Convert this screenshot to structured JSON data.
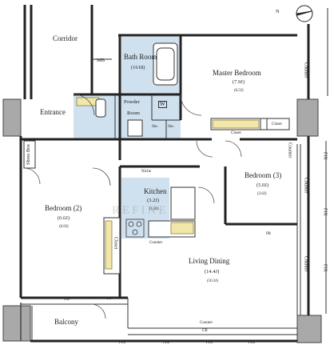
{
  "rooms": {
    "corridor": "Corridor",
    "mb": "MB",
    "bath_room": "Bath Room",
    "bath_size": "(1618)",
    "entrance": "Entrance",
    "powder_room_1": "Powder",
    "powder_room_2": "Room",
    "washer": "W",
    "sto_1": "Sto.",
    "sto_2": "Sto.",
    "master_bedroom": "Master Bedroom",
    "master_size_1": "(7.9J)",
    "master_size_2": "(6.5J)",
    "closet_master_1": "Closet",
    "closet_master_2": "Closet",
    "shoes_box": "Shoes Box",
    "niche": "Niche",
    "kitchen": "Kitchen",
    "kitchen_size_1": "(3.2J)",
    "kitchen_size_2": "(1.0J)",
    "counter_kitchen": "Counter",
    "bedroom3": "Bedroom (3)",
    "bedroom3_size_1": "(5.0J)",
    "bedroom3_size_2": "(3.6J)",
    "pr": "PR",
    "bedroom2": "Bedroom (2)",
    "bedroom2_size_1": "(6.6J)",
    "bedroom2_size_2": "(6.0J)",
    "closet_bed2": "Closet",
    "living_dining": "Living Dining",
    "living_size_1": "(14.4J)",
    "living_size_2": "(10.3J)",
    "cb_1": "CB",
    "ps": "PS",
    "balcony": "Balcony",
    "counter_bottom": "Counter",
    "cb_bottom": "CB",
    "counter_right_1": "Counter",
    "counter_right_2": "Counter",
    "counter_right_3": "Counter",
    "counter_right_4": "Counter",
    "fix": "FIX"
  },
  "north": "N",
  "watermark": "REFINE"
}
